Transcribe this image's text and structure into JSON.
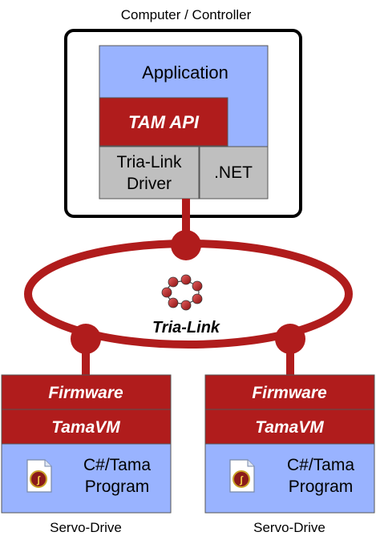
{
  "computer": {
    "caption": "Computer / Controller",
    "application": "Application",
    "tam_api": "TAM API",
    "driver_line1": "Tria-Link",
    "driver_line2": "Driver",
    "dotnet": ".NET"
  },
  "network": {
    "label": "Tria-Link",
    "ring_color": "#b01c1c"
  },
  "drives": [
    {
      "caption": "Servo-Drive",
      "firmware": "Firmware",
      "tamavm": "TamaVM",
      "program_line1": "C#/Tama",
      "program_line2": "Program",
      "icon": "assembly-file-icon"
    },
    {
      "caption": "Servo-Drive",
      "firmware": "Firmware",
      "tamavm": "TamaVM",
      "program_line1": "C#/Tama",
      "program_line2": "Program",
      "icon": "assembly-file-icon"
    }
  ],
  "colors": {
    "red": "#b01c1c",
    "blue": "#99b3ff",
    "gray": "#bfbfbf"
  }
}
